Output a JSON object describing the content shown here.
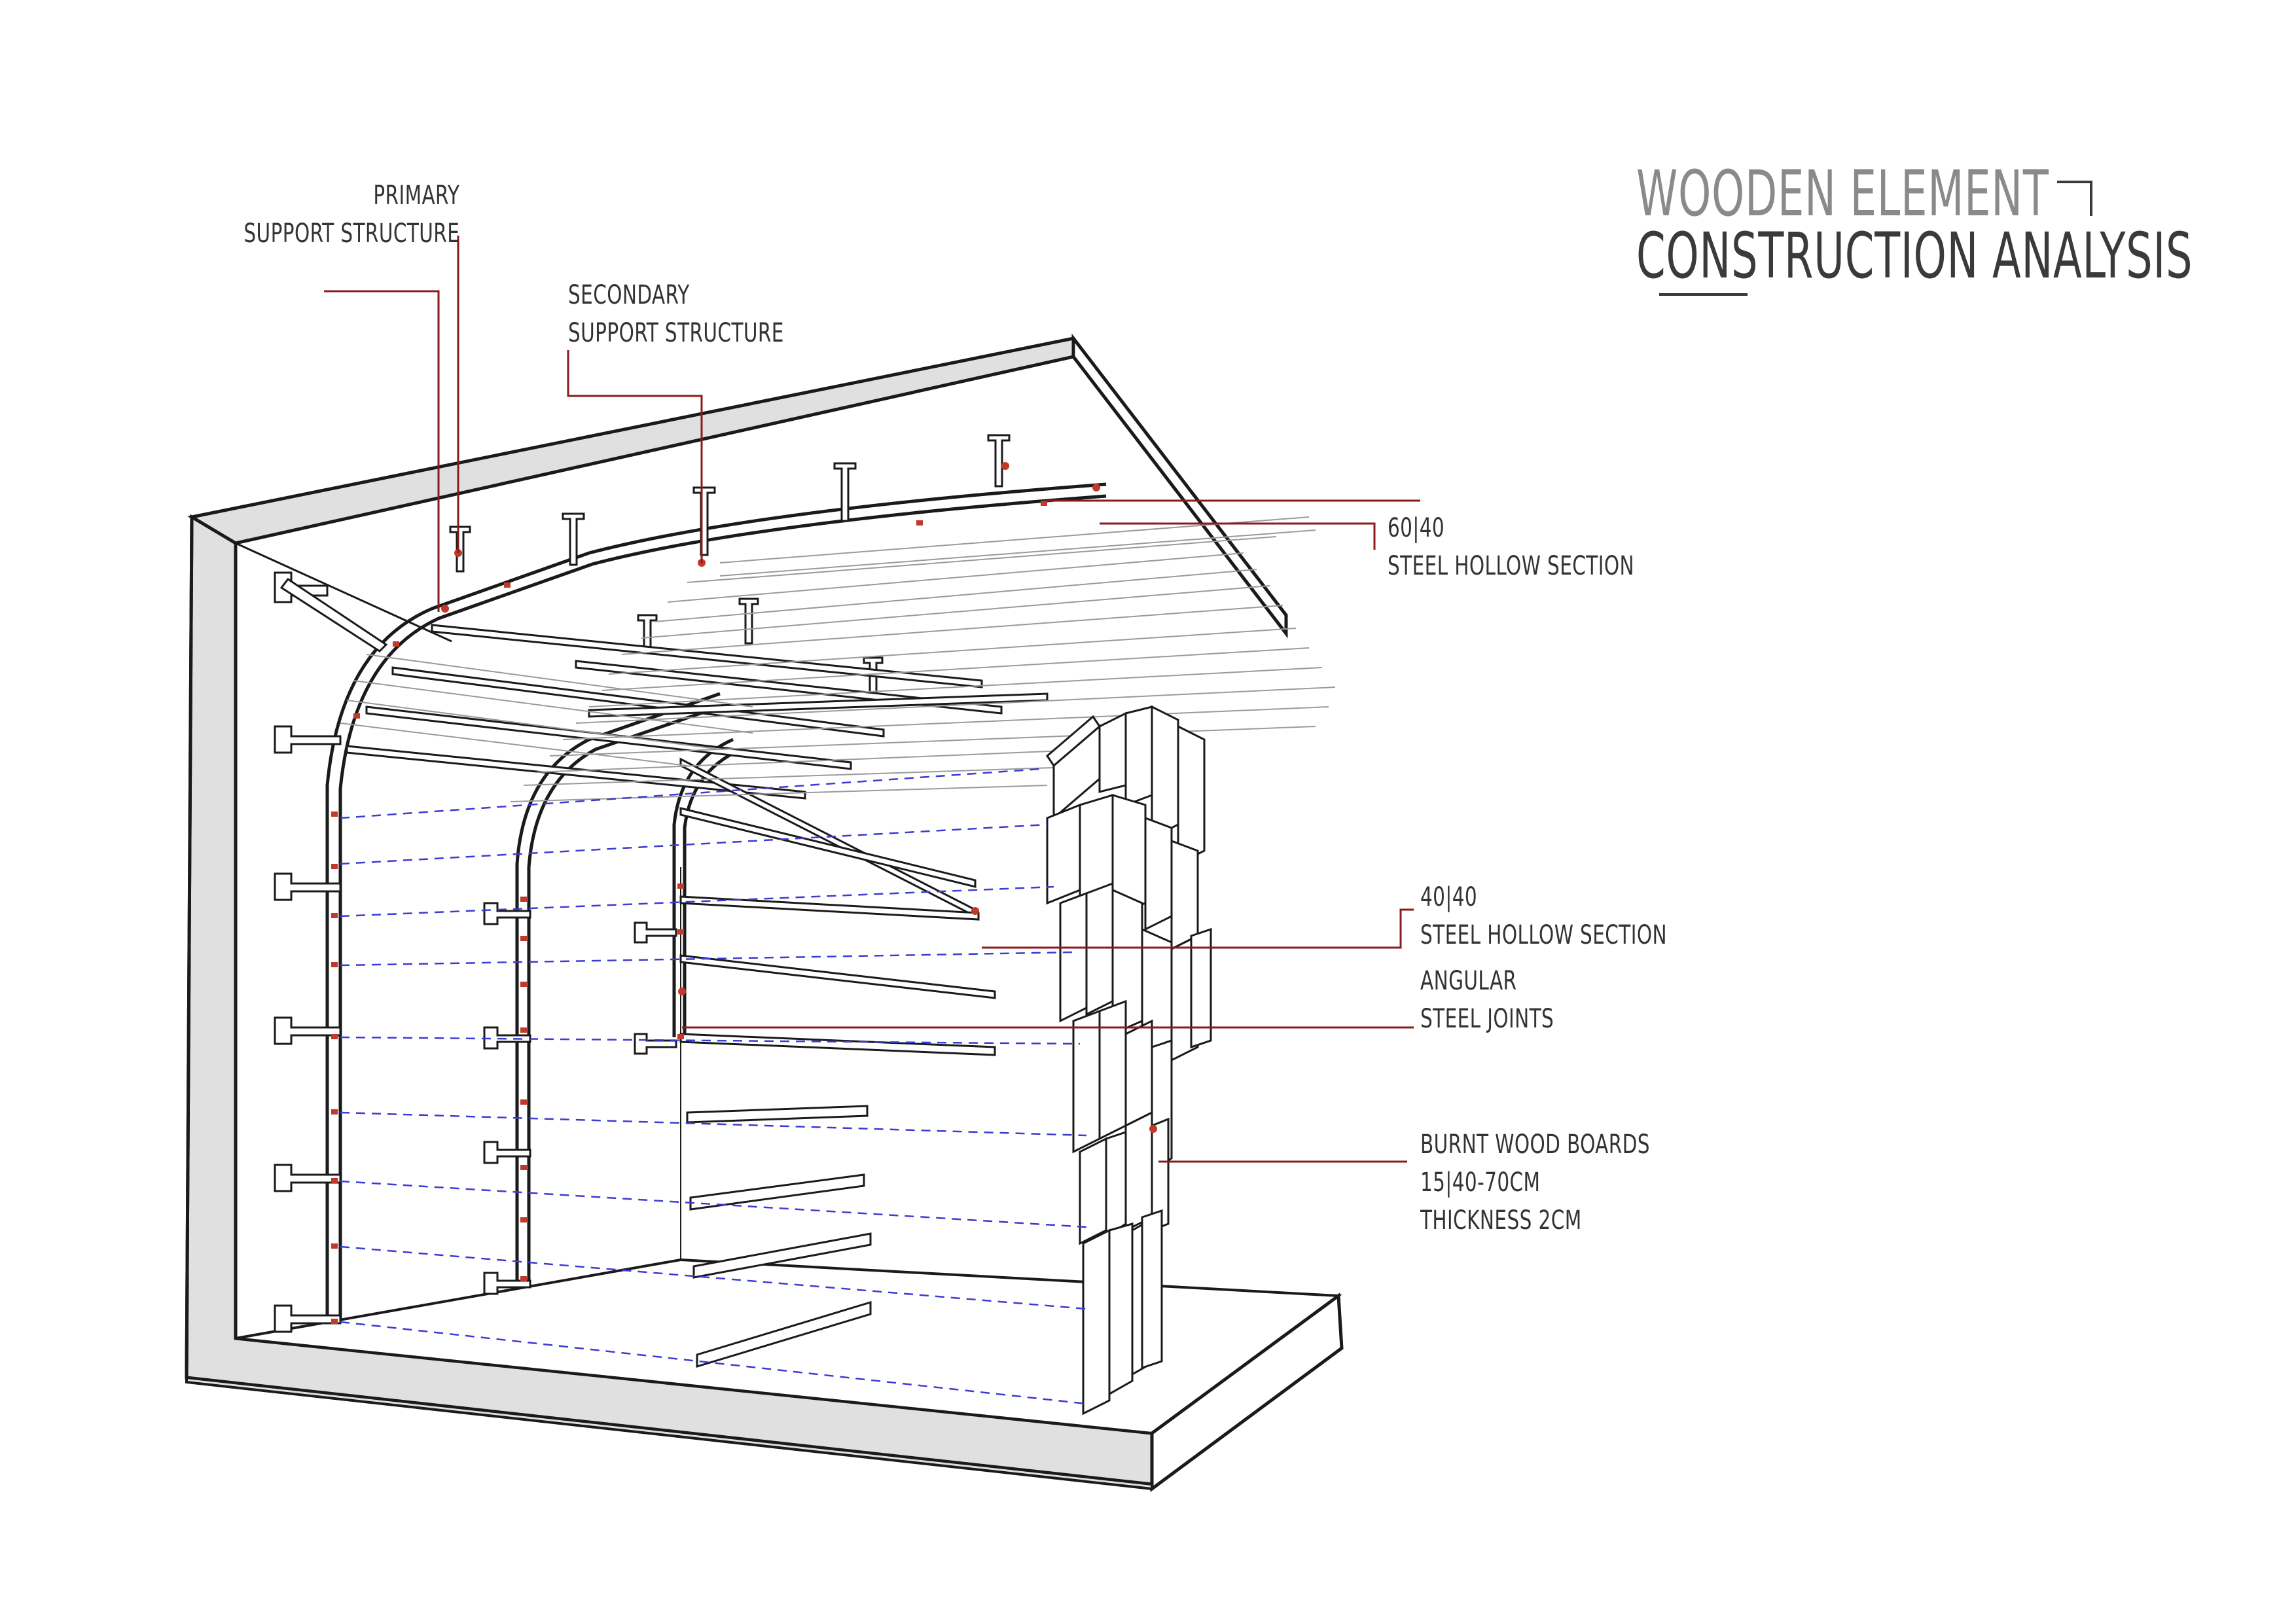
{
  "title": {
    "line1": "WOODEN ELEMENT",
    "line2": "CONSTRUCTION ANALYSIS"
  },
  "labels": {
    "primary": [
      "PRIMARY",
      "SUPPORT STRUCTURE"
    ],
    "secondary": [
      "SECONDARY",
      "SUPPORT STRUCTURE"
    ],
    "steel_60": [
      "60|40",
      "STEEL HOLLOW SECTION"
    ],
    "steel_40": [
      "40|40",
      "STEEL HOLLOW SECTION"
    ],
    "angular": [
      "ANGULAR",
      "STEEL JOINTS"
    ],
    "boards": [
      "BURNT WOOD BOARDS",
      "15|40-70CM",
      "THICKNESS 2CM"
    ]
  },
  "colors": {
    "line": "#1a1a1a",
    "wall_fill": "#e0e0e0",
    "leader": "#8b1a1a",
    "dash": "#3b3bd6",
    "joint": "#c0392b"
  }
}
